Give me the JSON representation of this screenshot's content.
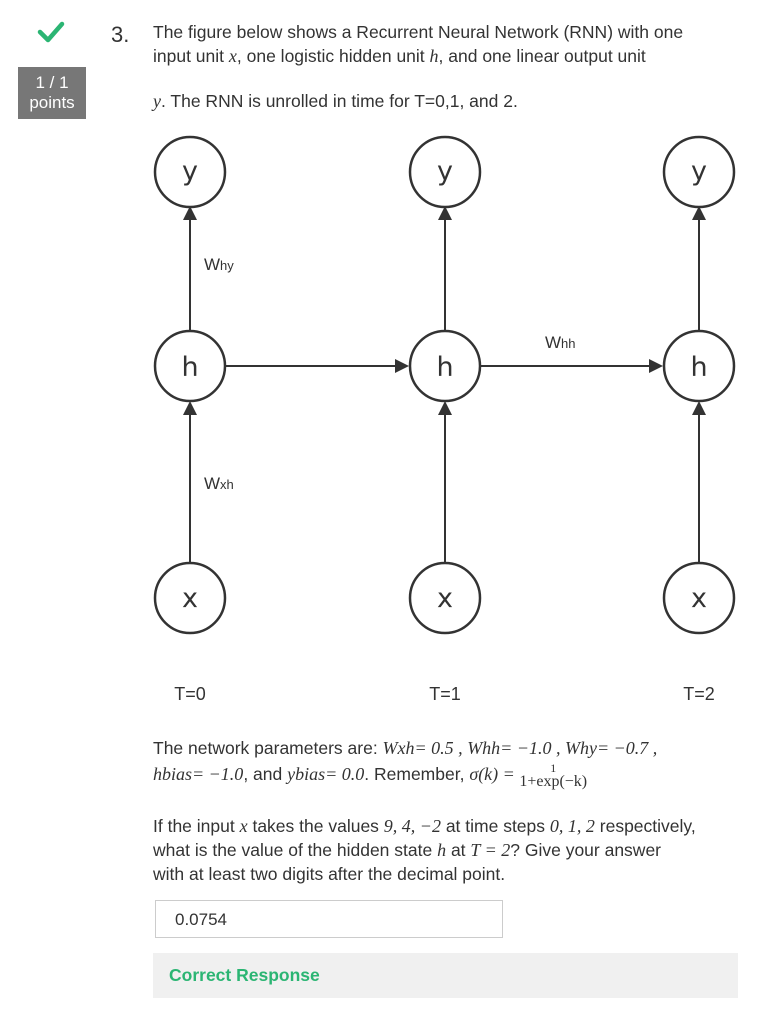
{
  "status": {
    "icon": "check-icon",
    "score": "1 / 1",
    "score_unit": "points",
    "correct_color": "#2bb573"
  },
  "question": {
    "number": "3.",
    "line1": "The figure below shows a Recurrent Neural Network (RNN) with one",
    "line2_a": "input unit ",
    "var_x": "x",
    "line2_b": ", one logistic hidden unit ",
    "var_h": "h",
    "line2_c": ", and one linear output unit",
    "var_y": "y",
    "line3": ". The RNN is unrolled in time for T=0,1, and 2."
  },
  "diagram": {
    "nodes": {
      "y": "y",
      "h": "h",
      "x": "x"
    },
    "weights": {
      "hy": {
        "main": "W",
        "sub": "hy"
      },
      "xh": {
        "main": "W",
        "sub": "xh"
      },
      "hh": {
        "main": "W",
        "sub": "hh"
      }
    },
    "time_labels": [
      "T=0",
      "T=1",
      "T=2"
    ]
  },
  "params": {
    "prefix": "The network parameters are: ",
    "wxh": "Wxh= 0.5 , ",
    "whh": "Whh= −1.0 , ",
    "why": "Why= −0.7 ,",
    "hbias": "hbias= −1.0",
    "and1": ", and ",
    "ybias": "ybias= 0.0",
    "remember": ". Remember, ",
    "sigma": "σ(k) = ",
    "frac_num": "1",
    "frac_den": "1+exp(−k)"
  },
  "ask": {
    "a": "If the input ",
    "x": "x",
    "b": " takes the values ",
    "vals": "9, 4, −2",
    "c": " at time steps ",
    "steps": "0, 1, 2",
    "d": " respectively,",
    "e": "what is the value of the hidden state ",
    "h": "h",
    "f": " at ",
    "t": "T = 2",
    "g": "? Give your answer",
    "line3": "with at least two digits after the decimal point."
  },
  "answer": {
    "value": "0.0754"
  },
  "feedback": {
    "text": "Correct Response"
  }
}
